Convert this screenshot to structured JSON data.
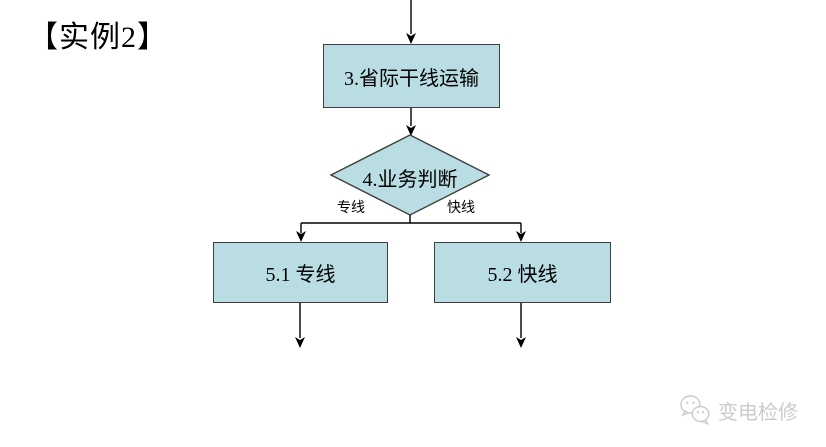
{
  "title": {
    "text": "【实例2】"
  },
  "colors": {
    "node_fill": "#b9dde2",
    "node_border": "#3f3f3f",
    "line": "#000000",
    "title": "#000000",
    "watermark": "#cbcbcb"
  },
  "flowchart": {
    "nodes": [
      {
        "id": "box3",
        "type": "process",
        "label": "3.省际干线运输"
      },
      {
        "id": "diamond4",
        "type": "decision",
        "label": "4.业务判断"
      },
      {
        "id": "box51",
        "type": "process",
        "label": "5.1 专线"
      },
      {
        "id": "box52",
        "type": "process",
        "label": "5.2 快线"
      }
    ],
    "branch_labels": {
      "left": "专线",
      "right": "快线"
    },
    "edges": [
      "top -> box3",
      "box3 -> diamond4",
      "diamond4 -[专线]-> box51",
      "diamond4 -[快线]-> box52",
      "box51 -> down",
      "box52 -> down"
    ]
  },
  "watermark": {
    "icon": "wechat-icon",
    "text": "变电检修"
  }
}
